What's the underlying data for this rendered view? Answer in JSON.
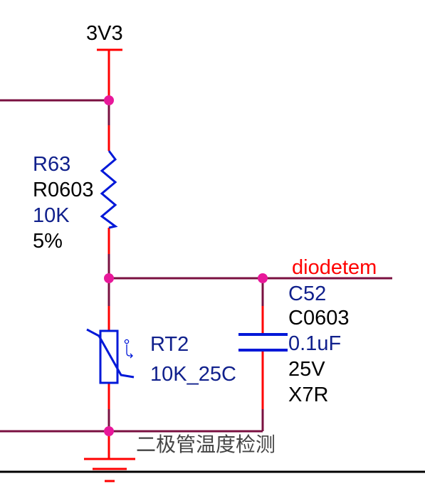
{
  "schematic": {
    "power_net": "3V3",
    "net_label": "diodetem",
    "caption": "二极管温度检测",
    "resistor": {
      "designator": "R63",
      "footprint": "R0603",
      "value": "10K",
      "tolerance": "5%"
    },
    "thermistor": {
      "designator": "RT2",
      "value": "10K_25C"
    },
    "capacitor": {
      "designator": "C52",
      "footprint": "C0603",
      "value": "0.1uF",
      "voltage": "25V",
      "dielectric": "X7R"
    }
  },
  "colors": {
    "wire": "#7a1040",
    "pin": "#ff0000",
    "junction": "#e8189a",
    "component": "#0018d8",
    "designator": "#10208c",
    "text": "#000000",
    "net_label": "#ff0000",
    "caption": "#444444"
  }
}
